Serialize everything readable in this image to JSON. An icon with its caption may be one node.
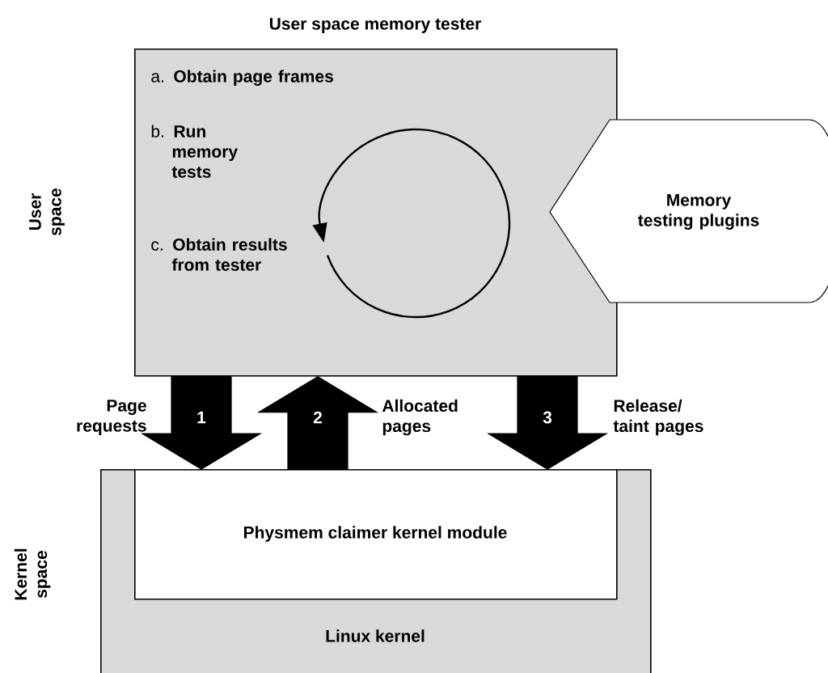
{
  "diagram": {
    "nodes": [
      {
        "text": [
          "User space memory tester",
          "a. **Obtain page frames**",
          "b. **Run memory tests**",
          "c. **Obtain results from tester**"
        ]
      },
      {
        "text": [
          "Memory testing plugins"
        ]
      },
      {
        "text": [
          "Linux kernel"
        ]
      },
      {
        "text": [
          "Physmem claimer kernel module"
        ],
        "in": 2
      }
    ],
    "edges": [
      {
        "from": 0,
        "to": 3,
        "arrow": "to",
        "label": "1"
      },
      {
        "from": 3,
        "to": 0,
        "arrow": "to",
        "label": "2"
      },
      {
        "from": 0,
        "to": 3,
        "arrow": "to",
        "label": "3"
      }
    ],
    "labels": [
      "User space",
      "Page requests",
      "Allocated pages",
      "Release/ taint pages",
      "Kernel space"
    ]
  }
}
